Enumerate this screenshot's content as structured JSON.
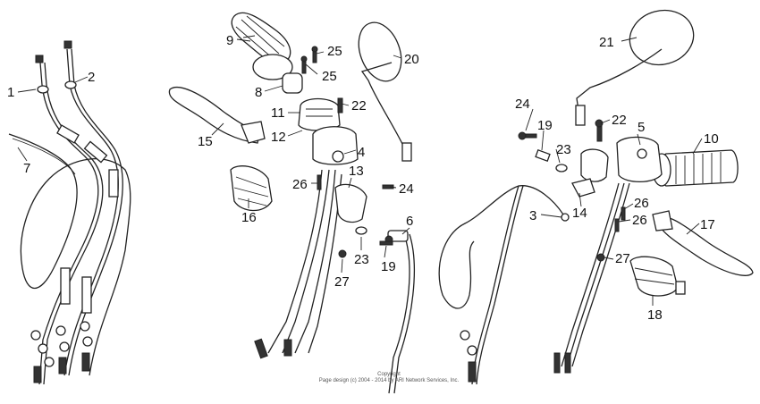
{
  "diagram": {
    "callouts": [
      "1",
      "2",
      "7",
      "9",
      "25",
      "25",
      "20",
      "8",
      "22",
      "11",
      "15",
      "12",
      "4",
      "26",
      "13",
      "24",
      "16",
      "6",
      "23",
      "19",
      "27",
      "21",
      "24",
      "19",
      "22",
      "5",
      "10",
      "23",
      "14",
      "3",
      "26",
      "26",
      "17",
      "27",
      "18"
    ],
    "copyright_lines": [
      "Copyright",
      "Page design (c) 2004 - 2014 by ARI Network Services, Inc."
    ]
  }
}
